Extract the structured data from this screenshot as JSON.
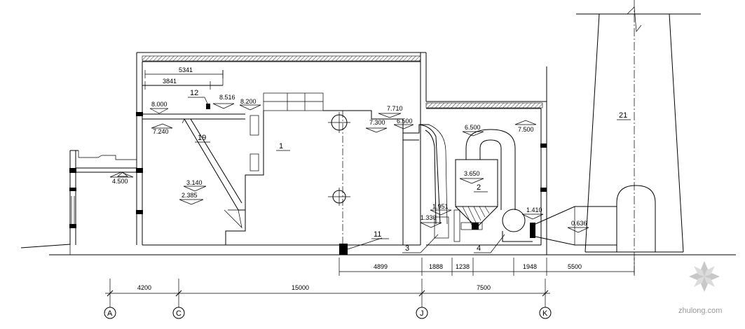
{
  "dimensions_top": {
    "d1": "5341",
    "d2": "3841"
  },
  "elevations": [
    "8.000",
    "7.240",
    "8.516",
    "8.200",
    "4.500",
    "3.140",
    "2.385",
    "7.710",
    "7.300",
    "6.500",
    "6.500",
    "7.500",
    "3.650",
    "1.951",
    "1.330",
    "1.410",
    "0.636"
  ],
  "equipment_labels": {
    "boiler": "1",
    "tower": "2",
    "item3": "3",
    "item4": "4",
    "item11": "11",
    "item12": "12",
    "item19": "19",
    "chimney": "21"
  },
  "dimensions_bottom": {
    "a": "4899",
    "b": "1888",
    "c": "1238",
    "d": "1948",
    "e": "5500"
  },
  "axis_dimensions": {
    "ac": "4200",
    "cj": "15000",
    "jk": "7500"
  },
  "axes": [
    "A",
    "C",
    "J",
    "K"
  ],
  "watermark": "zhulong.com"
}
